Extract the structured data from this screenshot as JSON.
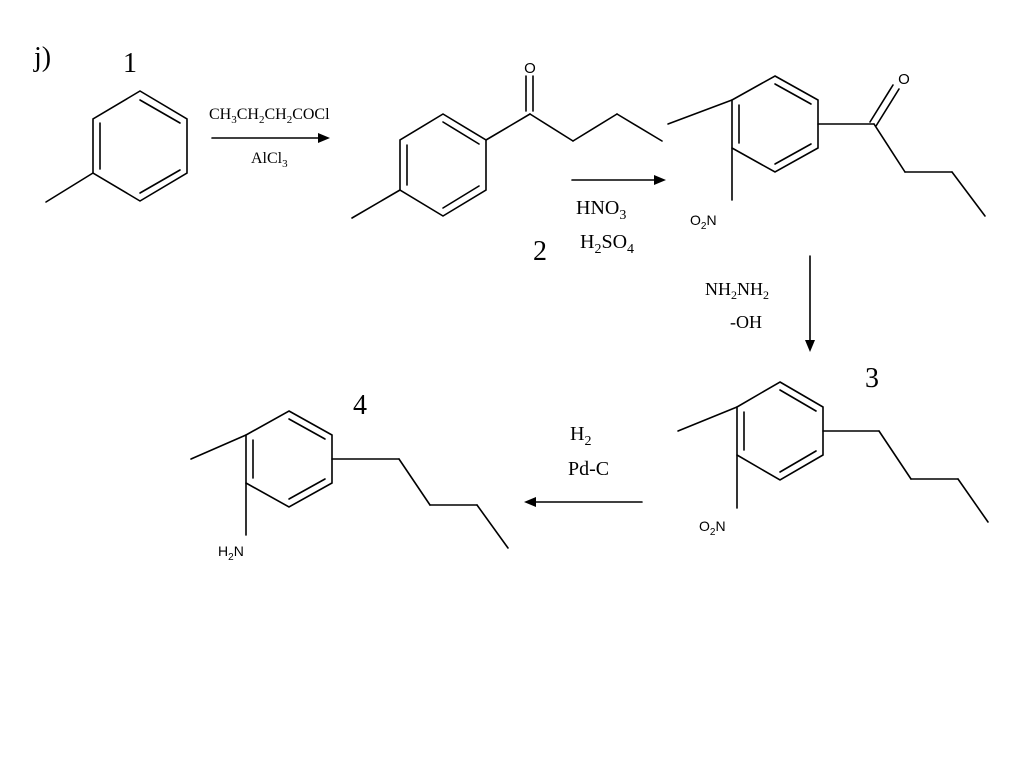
{
  "part_label": "j)",
  "compound_numbers": [
    "1",
    "2",
    "3",
    "4"
  ],
  "steps": [
    {
      "reagent_top": {
        "main": "CH",
        "s1": "3",
        "t1": "CH",
        "s2": "2",
        "t2": "CH",
        "s3": "2",
        "t3": "COCl"
      },
      "reagent_bottom": {
        "main": "AlCl",
        "sub": "3"
      }
    },
    {
      "reagent_top": {
        "main": "HNO",
        "sub": "3"
      },
      "reagent_bottom": {
        "main": "H",
        "s1": "2",
        "t1": "SO",
        "s2": "4"
      }
    },
    {
      "reagent_top": {
        "main": "NH",
        "s1": "2",
        "t1": "NH",
        "s2": "2"
      },
      "reagent_bottom": {
        "main": "-OH"
      }
    },
    {
      "reagent_top": {
        "main": "H",
        "sub": "2"
      },
      "reagent_bottom": {
        "main": "Pd-C"
      }
    }
  ],
  "atom_labels": {
    "oxygen": "O",
    "nitro": {
      "a": "O",
      "sub": "2",
      "b": "N"
    },
    "amine": {
      "a": "H",
      "sub": "2",
      "b": "N"
    }
  }
}
